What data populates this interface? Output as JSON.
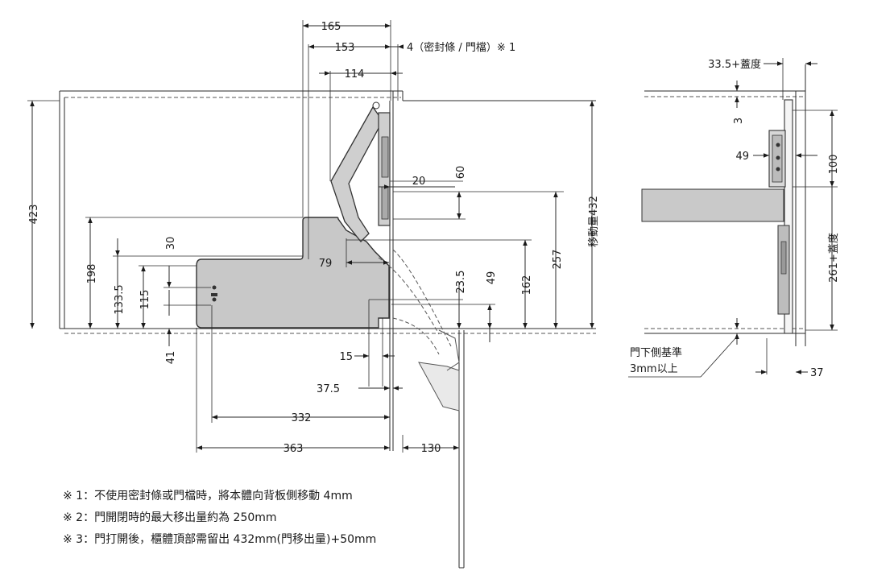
{
  "dimensions": {
    "d165": "165",
    "d153": "153",
    "d4": "4（密封條 / 門檔）※ 1",
    "d114": "114",
    "d423": "423",
    "d198": "198",
    "d133_5": "133.5",
    "d115": "115",
    "d30": "30",
    "d41": "41",
    "d79": "79",
    "d20": "20",
    "d60": "60",
    "d257": "257",
    "d162": "162",
    "d49": "49",
    "d23_5": "23.5",
    "d432": "移動量432",
    "d15": "15",
    "d37_5": "37.5",
    "d332": "332",
    "d363": "363",
    "d130": "130"
  },
  "side": {
    "d33_5": "33.5+蓋度",
    "d3": "3",
    "d49": "49",
    "d100": "100",
    "d261": "261+蓋度",
    "ref_line1": "門下側基準",
    "ref_line2": "3mm以上",
    "d37": "37"
  },
  "notes": [
    "※ 1：不使用密封條或門檔時，將本體向背板側移動 4mm",
    "※ 2：門開閉時的最大移出量約為 250mm",
    "※ 3：門打開後，櫃體頂部需留出 432mm(門移出量)+50mm"
  ],
  "colors": {
    "body_fill": "#c8c8c8",
    "shelf_fill": "#c9c9c9",
    "line": "#2a2a2a"
  }
}
